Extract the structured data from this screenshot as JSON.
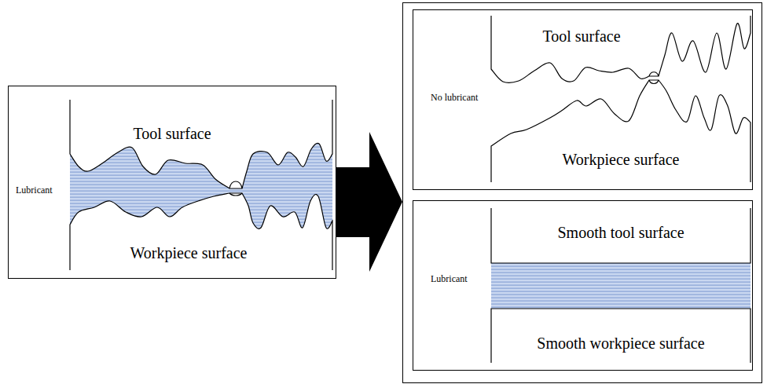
{
  "diagram": {
    "nodes": [
      {
        "text": [
          "Tool surface",
          "Lubricant",
          "Workpiece surface"
        ]
      },
      {
        "text": [
          "Tool surface",
          "No lubricant",
          "Workpiece surface"
        ]
      },
      {
        "text": [
          "Smooth tool surface",
          "Lubricant",
          "Smooth workpiece surface"
        ]
      }
    ]
  }
}
